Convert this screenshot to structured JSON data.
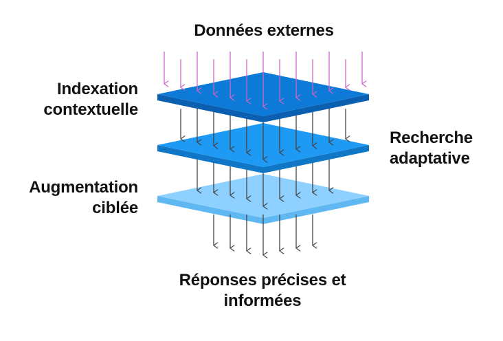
{
  "title": "Données externes",
  "layers": [
    {
      "label_lines": [
        "Indexation",
        "contextuelle"
      ],
      "side": "left"
    },
    {
      "label_lines": [
        "Recherche",
        "adaptative"
      ],
      "side": "right"
    },
    {
      "label_lines": [
        "Augmentation",
        "ciblée"
      ],
      "side": "left"
    }
  ],
  "output_lines": [
    "Réponses précises et",
    "informées"
  ],
  "colors": {
    "arrow_in": "#cc66c8",
    "arrow_flow": "#444444",
    "layer1_top": "#0d7ad8",
    "layer1_side": "#0a5fb0",
    "layer2_top": "#1e9af5",
    "layer2_side": "#0f77c6",
    "layer3_top": "#8ed0ff",
    "layer3_side": "#5fb8f2"
  }
}
